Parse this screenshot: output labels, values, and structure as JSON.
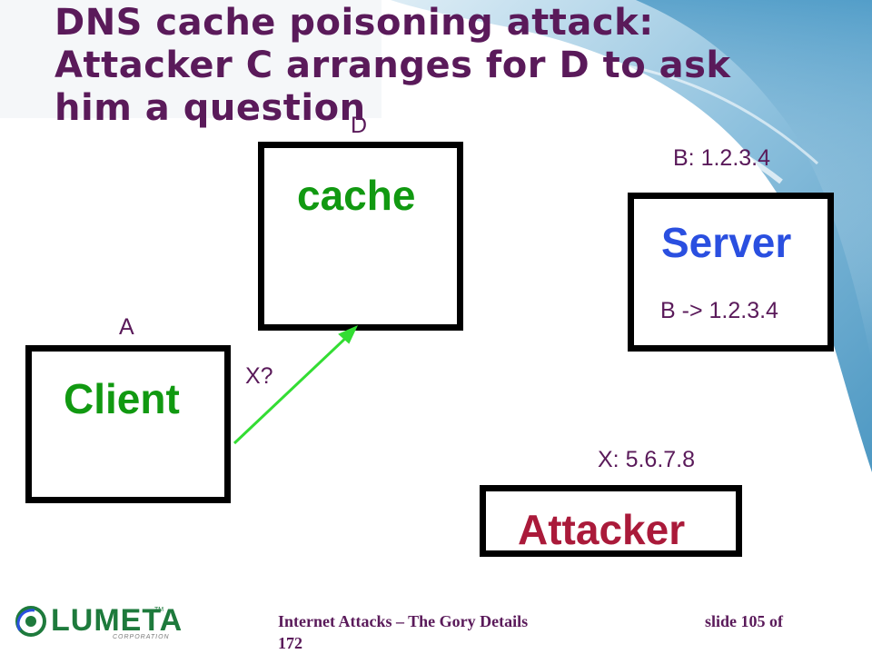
{
  "title": {
    "line1": "DNS cache poisoning attack:",
    "line2": "Attacker C arranges for D to ask",
    "line3": "him a question"
  },
  "nodes": {
    "cache": {
      "tag": "D",
      "label": "cache"
    },
    "server": {
      "address": "B: 1.2.3.4",
      "label": "Server",
      "record": "B -> 1.2.3.4"
    },
    "client": {
      "tag": "A",
      "label": "Client"
    },
    "attacker": {
      "address": "X: 5.6.7.8",
      "label": "Attacker"
    }
  },
  "edges": [
    {
      "from": "client",
      "to": "cache",
      "label": "X?"
    }
  ],
  "footer": {
    "course": "Internet Attacks – The Gory Details",
    "slide": "slide 105 of",
    "total": "172"
  },
  "logo": {
    "name": "LUMETA",
    "tm": "TM",
    "sub": "CORPORATION"
  },
  "colors": {
    "title": "#5a1a5a",
    "green": "#119911",
    "blue": "#2a4fe0",
    "red": "#aa1a3a",
    "arrow": "#33dd33"
  }
}
